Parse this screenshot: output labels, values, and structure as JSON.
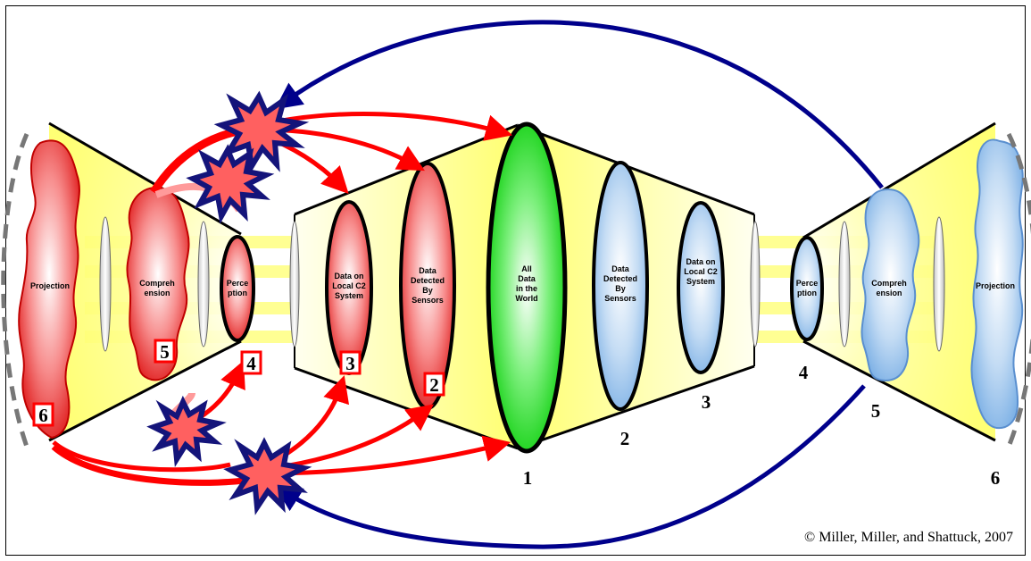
{
  "diagram": {
    "world_label": "All Data in the World",
    "left_stages": {
      "sensors": "Data Detected By Sensors",
      "local_c2": "Data on Local C2 System",
      "perception": "Perce ption",
      "comprehension": "Compreh ension",
      "projection": "Projection"
    },
    "right_stages": {
      "sensors": "Data Detected By Sensors",
      "local_c2": "Data on Local C2 System",
      "perception": "Perce ption",
      "comprehension": "Compreh ension",
      "projection": "Projection"
    },
    "left_badges": [
      "2",
      "3",
      "4",
      "5",
      "6"
    ],
    "right_numbers": [
      "1",
      "2",
      "3",
      "4",
      "5",
      "6"
    ],
    "copyright": "© Miller, Miller, and Shattuck, 2007",
    "colors": {
      "red_fill": "#f24a4a",
      "blue_fill": "#9cc6ee",
      "green_fill": "#22e022",
      "funnel_yellow": "#ffff80",
      "arrow_red": "#ff0000",
      "arrow_navy": "#00008b",
      "star_blue": "#14147a"
    }
  }
}
